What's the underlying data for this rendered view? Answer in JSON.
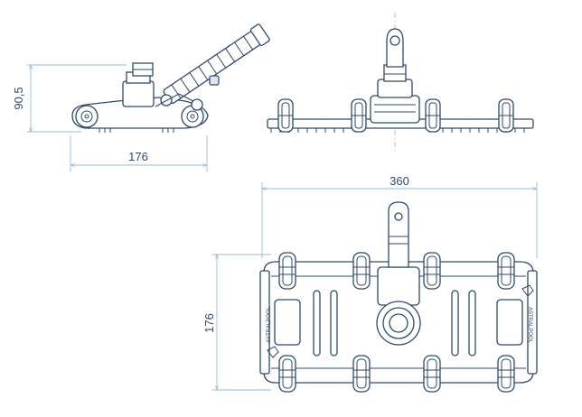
{
  "dimensions": {
    "side_height": "90,5",
    "side_width": "176",
    "top_width": "360",
    "top_height": "176"
  },
  "brand_text": "ASTRALPOOL",
  "colors": {
    "line": "#2f4a6a",
    "dimension": "#9bbad8",
    "fill": "#dbe6f2"
  }
}
